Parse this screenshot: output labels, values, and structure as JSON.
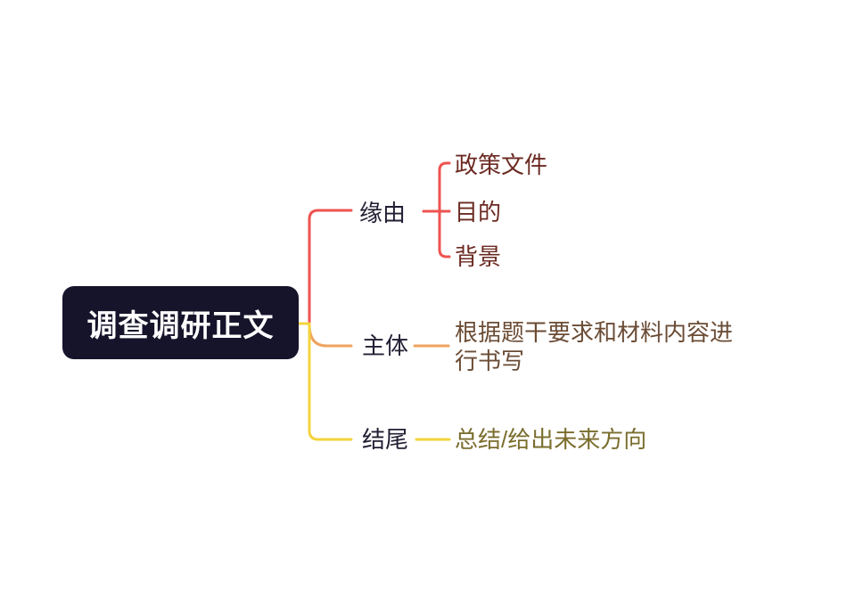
{
  "colors": {
    "background": "#ffffff",
    "origin_line": "#ee5350",
    "body_line": "#efa35f",
    "ending_line": "#f3d43c",
    "root_bg": "#16142b",
    "root_text": "#ffffff",
    "branch_label_text": "#211f33",
    "origin_child_text": "#6b2a22",
    "body_child_text": "#6b4c35",
    "ending_child_text": "#7a6d2d"
  },
  "mindmap": {
    "root": {
      "label": "调查调研正文"
    },
    "branches": [
      {
        "label": "缘由",
        "children": [
          "政策文件",
          "目的",
          "背景"
        ]
      },
      {
        "label": "主体",
        "children": [
          "根据题干要求和材料内容进行书写"
        ]
      },
      {
        "label": "结尾",
        "children": [
          "总结/给出未来方向"
        ]
      }
    ]
  }
}
